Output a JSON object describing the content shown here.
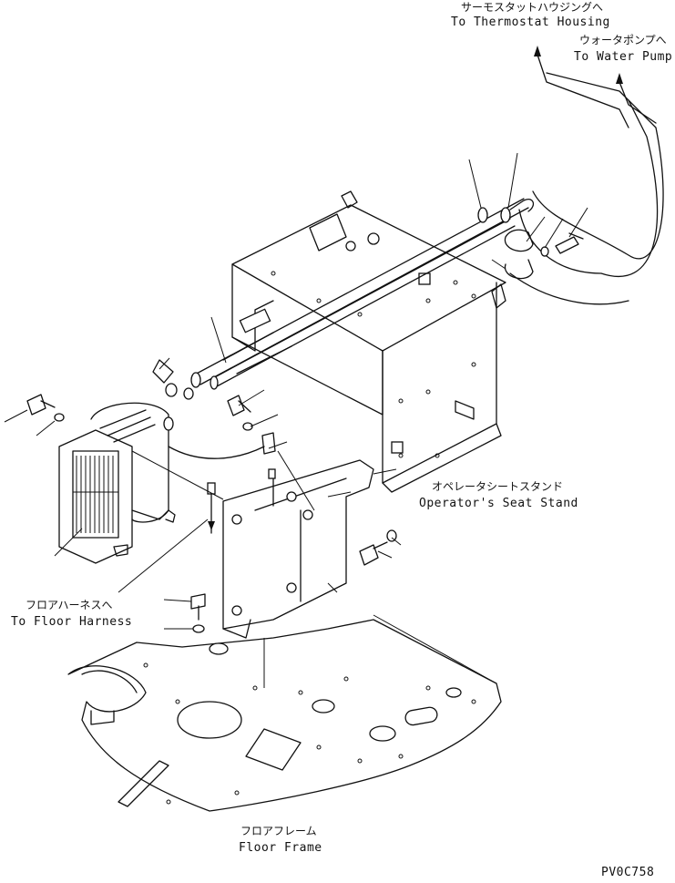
{
  "labels": {
    "thermostat_jp": "サーモスタットハウジングへ",
    "thermostat_en": "To Thermostat Housing",
    "water_pump_jp": "ウォータポンプへ",
    "water_pump_en": "To Water Pump",
    "seat_stand_jp": "オペレータシートスタンド",
    "seat_stand_en": "Operator's Seat Stand",
    "floor_harness_jp": "フロアハーネスへ",
    "floor_harness_en": "To Floor Harness",
    "floor_frame_jp": "フロアフレーム",
    "floor_frame_en": "Floor Frame",
    "drawing_code": "PV0C758"
  }
}
